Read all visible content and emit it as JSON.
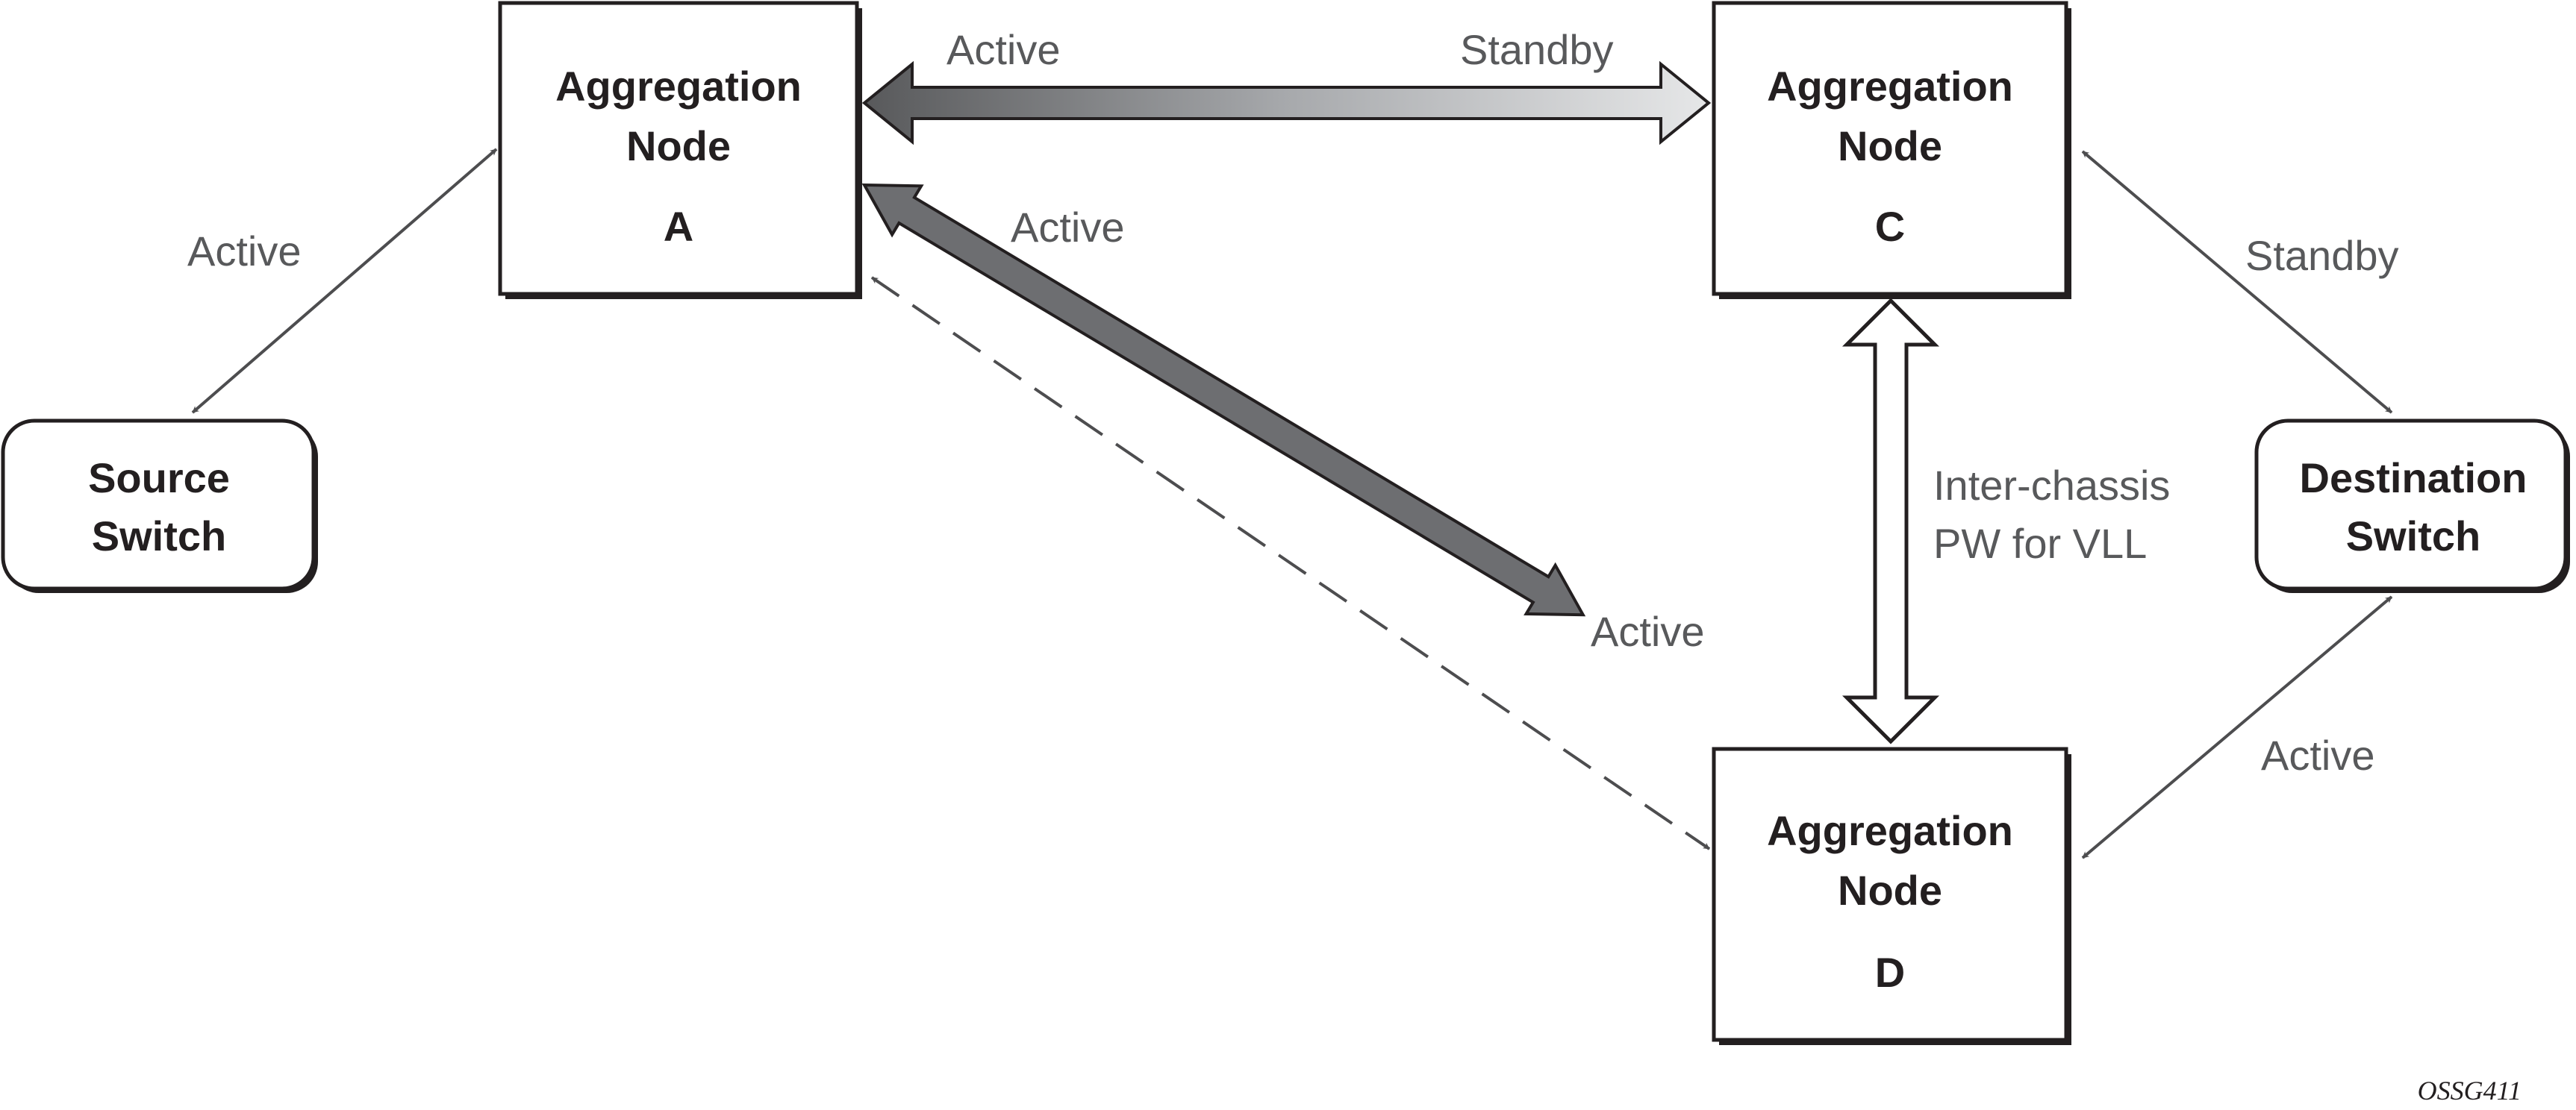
{
  "nodes": {
    "agg_a": {
      "line1": "Aggregation",
      "line2": "Node",
      "line3": "A"
    },
    "agg_c": {
      "line1": "Aggregation",
      "line2": "Node",
      "line3": "C"
    },
    "agg_d": {
      "line1": "Aggregation",
      "line2": "Node",
      "line3": "D"
    },
    "source": {
      "line1": "Source",
      "line2": "Switch"
    },
    "destination": {
      "line1": "Destination",
      "line2": "Switch"
    }
  },
  "edges": {
    "a_c_left": "Active",
    "a_c_right": "Standby",
    "a_d_upper": "Active",
    "a_d_lower": "Active",
    "source_a": "Active",
    "c_dest": "Standby",
    "d_dest": "Active",
    "c_d_line1": "Inter-chassis",
    "c_d_line2": "PW for VLL"
  },
  "figure_id": "OSSG411",
  "colors": {
    "box_stroke": "#231f20",
    "box_shadow": "#231f20",
    "thick_arrow": "#6d6e71",
    "thin_line": "#4d4d4f",
    "label": "#58595b"
  }
}
